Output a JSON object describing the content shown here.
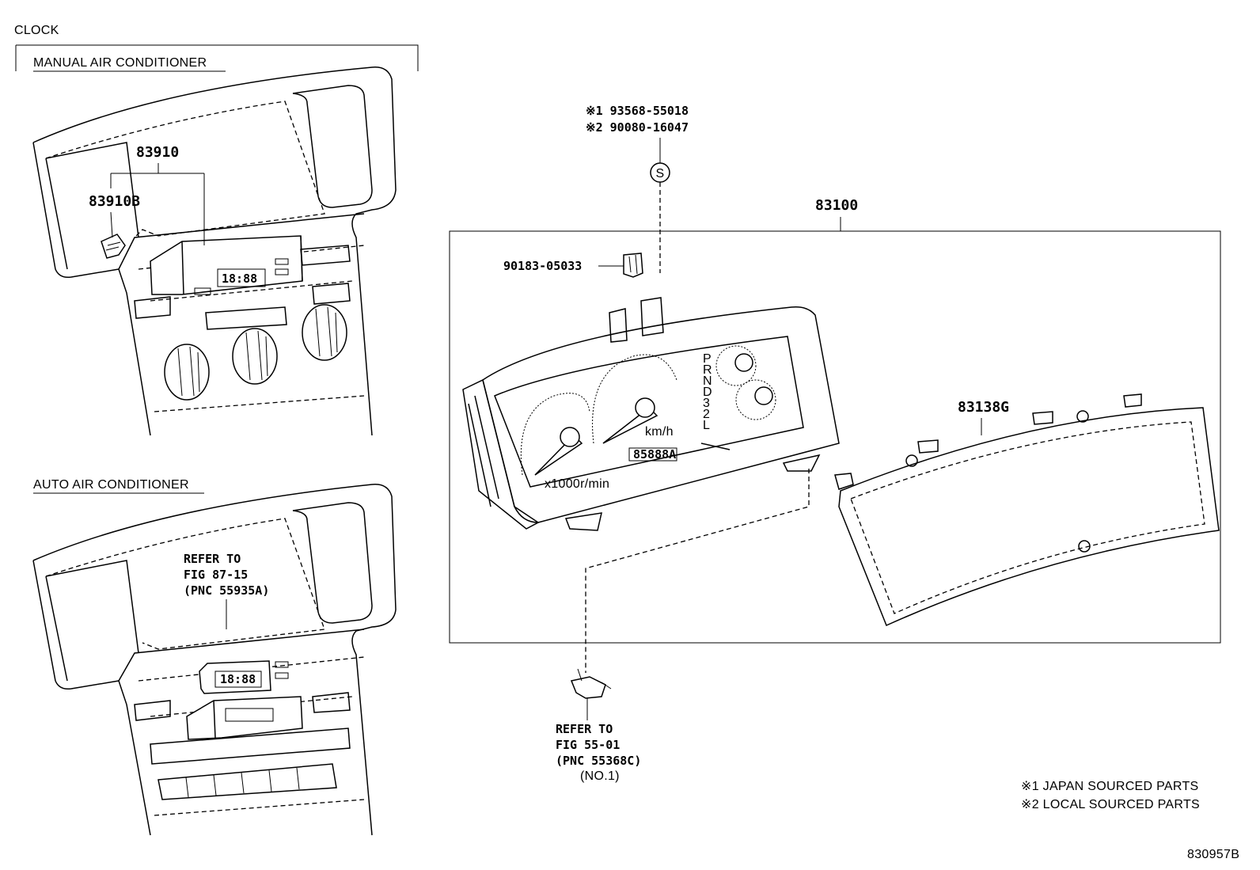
{
  "clock_section": {
    "title": "CLOCK",
    "manual_heading": "MANUAL AIR CONDITIONER",
    "auto_heading": "AUTO AIR CONDITIONER",
    "part_83910": "83910",
    "part_83910b": "83910B",
    "clock_display": "18:88",
    "refer_a": {
      "line1": "REFER TO",
      "line2": "FIG 87-15",
      "line3": "(PNC 55935A)"
    }
  },
  "meter_section": {
    "screw_japan": "※1 93568-55018",
    "screw_local": "※2 90080-16047",
    "screw_symbol": "S",
    "part_83100": "83100",
    "part_clip": "90183-05033",
    "part_83138g": "83138G",
    "odometer": "85888A",
    "kmh": "km/h",
    "rpm": "x1000r/min",
    "gears": [
      "P",
      "R",
      "N",
      "D",
      "3",
      "2",
      "L"
    ],
    "refer_b": {
      "line1": "REFER TO",
      "line2": "FIG 55-01",
      "line3": "(PNC 55368C)",
      "line4": "(NO.1)"
    }
  },
  "notes": {
    "japan": "※1 JAPAN SOURCED PARTS",
    "local": "※2 LOCAL SOURCED PARTS"
  },
  "figure_id": "830957B"
}
